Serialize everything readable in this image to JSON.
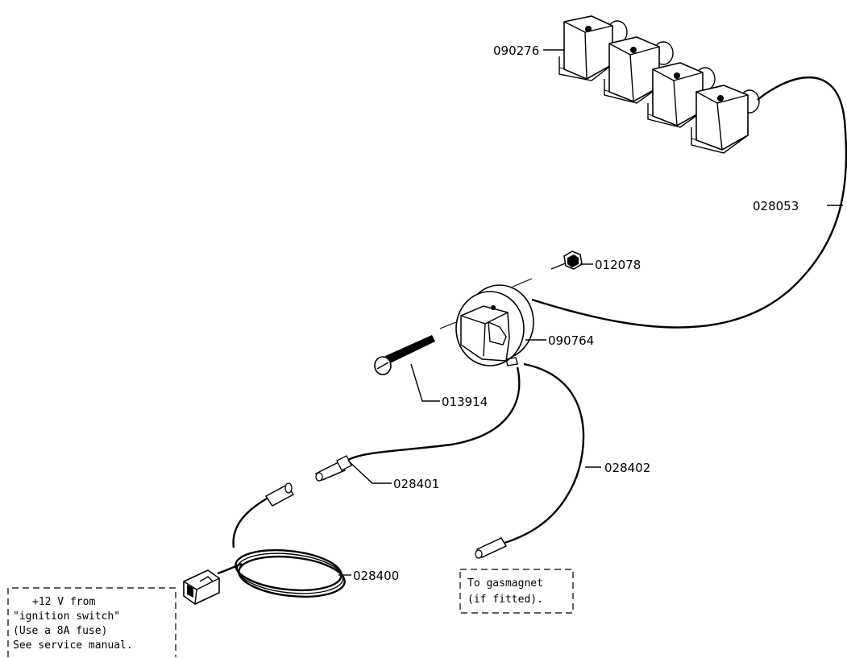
{
  "parts": {
    "p090276": "090276",
    "p028053": "028053",
    "p012078": "012078",
    "p090764": "090764",
    "p013914": "013914",
    "p028401": "028401",
    "p028402": "028402",
    "p028400": "028400"
  },
  "notes": {
    "ignition": [
      "+12 V from",
      "\"ignition switch\"",
      "(Use a 8A fuse)",
      "See service manual."
    ],
    "gasmagnet": [
      "To gasmagnet",
      "(if fitted)."
    ]
  }
}
